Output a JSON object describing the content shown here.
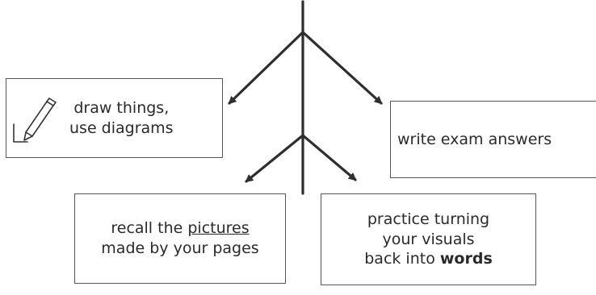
{
  "diagram": {
    "nodes": {
      "draw": {
        "lines": [
          "draw things,",
          "use diagrams"
        ]
      },
      "write": {
        "lines": [
          "write exam answers"
        ]
      },
      "recall": {
        "line1_prefix": "recall the ",
        "line1_emph": "pictures",
        "line2": "made by your pages"
      },
      "practice": {
        "line1": "practice turning",
        "line2": "your visuals",
        "line3_prefix": "back into ",
        "line3_emph": "words"
      }
    },
    "colors": {
      "line": "#2e2e2e",
      "border": "#555555",
      "text": "#2a2a2a"
    },
    "icons": [
      "pencil-icon"
    ]
  }
}
